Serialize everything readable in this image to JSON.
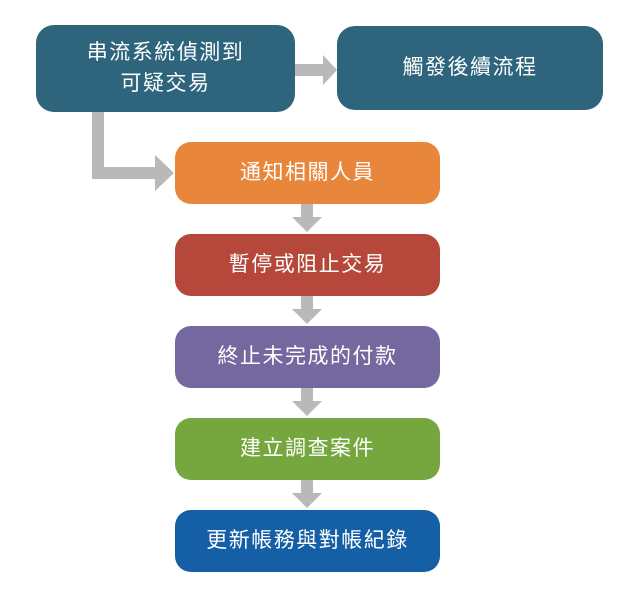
{
  "diagram": {
    "type": "flowchart",
    "background_color": "#ffffff",
    "arrow_color": "#b9b9b9",
    "text_color": "#ffffff",
    "nodes": {
      "detect": {
        "label": "串流系統偵測到\n可疑交易",
        "color": "#2e647c"
      },
      "trigger": {
        "label": "觸發後續流程",
        "color": "#2e647c"
      },
      "notify": {
        "label": "通知相關人員",
        "color": "#e8873c"
      },
      "halt": {
        "label": "暫停或阻止交易",
        "color": "#b5483a"
      },
      "terminate": {
        "label": "終止未完成的付款",
        "color": "#75689f"
      },
      "investigate": {
        "label": "建立調查案件",
        "color": "#76a73f"
      },
      "update": {
        "label": "更新帳務與對帳紀錄",
        "color": "#145fa5"
      }
    },
    "edges": [
      {
        "from": "detect",
        "to": "trigger"
      },
      {
        "from": "detect",
        "to": "notify"
      },
      {
        "from": "notify",
        "to": "halt"
      },
      {
        "from": "halt",
        "to": "terminate"
      },
      {
        "from": "terminate",
        "to": "investigate"
      },
      {
        "from": "investigate",
        "to": "update"
      }
    ]
  }
}
